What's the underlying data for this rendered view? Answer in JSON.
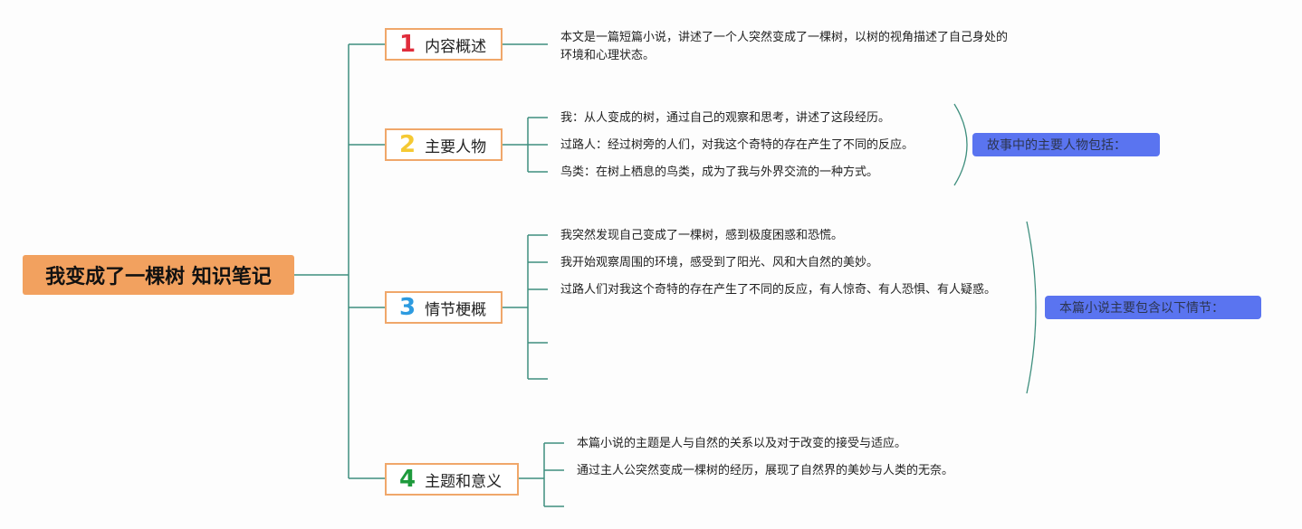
{
  "root": {
    "title": "我变成了一棵树 知识笔记"
  },
  "branches": [
    {
      "number": "1",
      "label": "内容概述",
      "color": "#e02d3c",
      "leaves": [
        "本文是一篇短篇小说，讲述了一个人突然变成了一棵树，以树的视角描述了自己身处的环境和心理状态。"
      ]
    },
    {
      "number": "2",
      "label": "主要人物",
      "color": "#f5c933",
      "leaves": [
        "我：从人变成的树，通过自己的观察和思考，讲述了这段经历。",
        "过路人：经过树旁的人们，对我这个奇特的存在产生了不同的反应。",
        "鸟类：在树上栖息的鸟类，成为了我与外界交流的一种方式。"
      ],
      "summary": "故事中的主要人物包括："
    },
    {
      "number": "3",
      "label": "情节梗概",
      "color": "#2d9be0",
      "leaves": [
        "我突然发现自己变成了一棵树，感到极度困惑和恐慌。",
        "我开始观察周围的环境，感受到了阳光、风和大自然的美妙。",
        "过路人们对我这个奇特的存在产生了不同的反应，有人惊奇、有人恐惧、有人疑惑。",
        "",
        ""
      ],
      "summary": "本篇小说主要包含以下情节："
    },
    {
      "number": "4",
      "label": "主题和意义",
      "color": "#1e9a3c",
      "leaves": [
        "本篇小说的主题是人与自然的关系以及对于改变的接受与适应。",
        "通过主人公突然变成一棵树的经历，展现了自然界的美妙与人类的无奈。",
        ""
      ]
    }
  ]
}
